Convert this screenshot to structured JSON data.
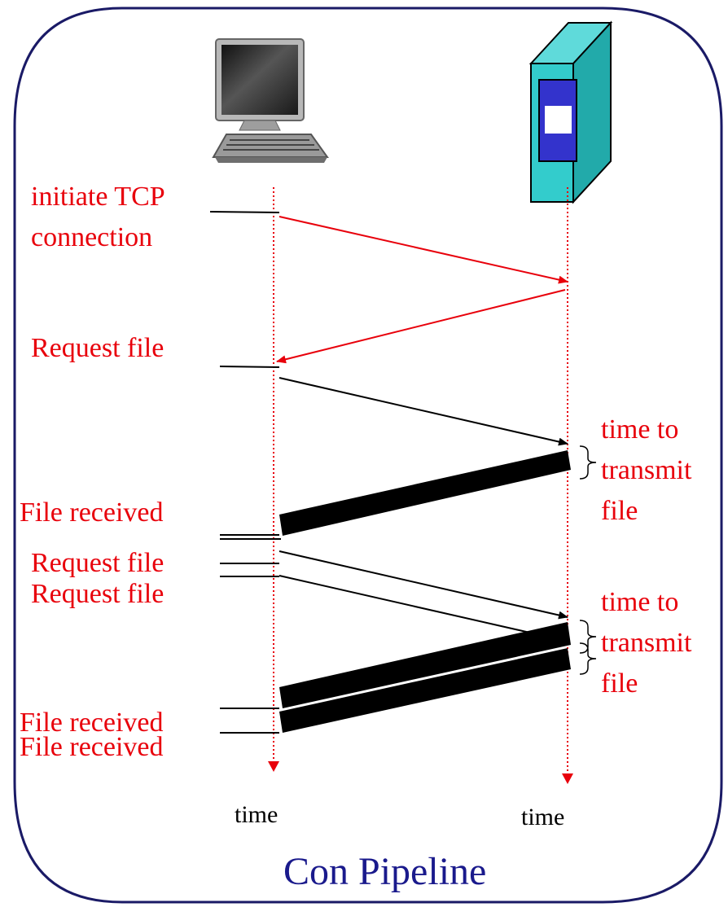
{
  "caption": "Con Pipeline",
  "labels": {
    "initiate_line1": "initiate TCP",
    "initiate_line2": "connection",
    "request_file_1": "Request file",
    "file_received_1": "File received",
    "request_file_2": "Request file",
    "request_file_3": "Request file",
    "file_received_2": "File received",
    "file_received_3": "File received",
    "transmit_1": [
      "time to",
      "transmit",
      "file"
    ],
    "transmit_2": [
      "time to",
      "transmit",
      "file"
    ],
    "client_time": "time",
    "server_time": "time"
  },
  "icons": {
    "client": "desktop-computer-icon",
    "server": "server-tower-icon"
  },
  "colors": {
    "label_red": "#e8000b",
    "caption_blue": "#1a1a8c",
    "server_teal": "#33cccc",
    "server_panel": "#3333cc",
    "frame_border": "#1a1a66"
  }
}
